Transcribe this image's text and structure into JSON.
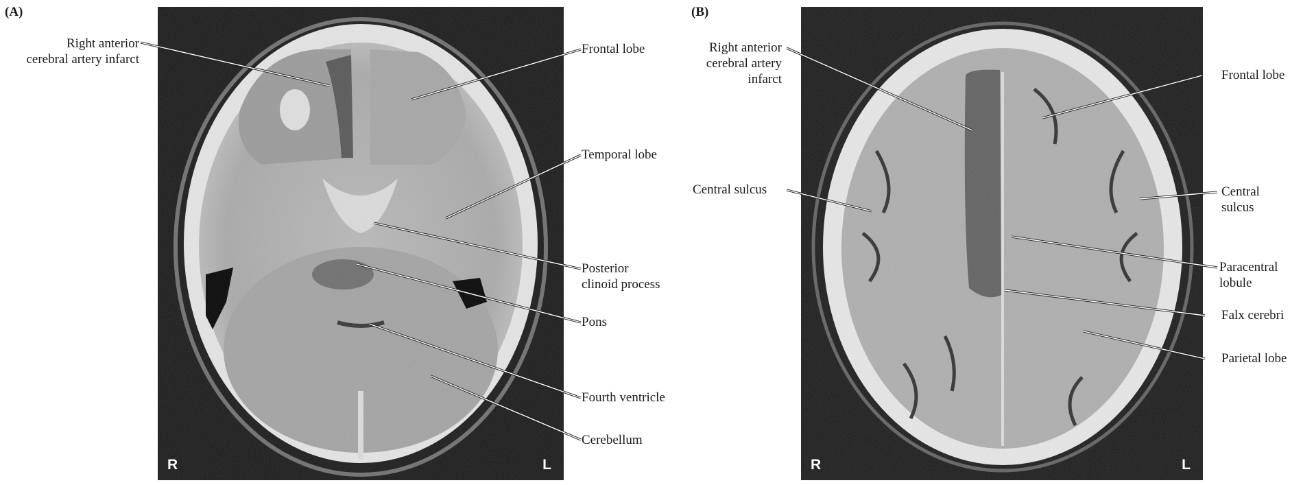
{
  "panels": {
    "a": {
      "letter": "(A)",
      "orientation": {
        "right": "R",
        "left": "L"
      },
      "labels": {
        "infarct": "Right anterior\ncerebral artery infarct",
        "frontal": "Frontal lobe",
        "temporal": "Temporal lobe",
        "clinoid": "Posterior\nclinoid process",
        "pons": "Pons",
        "fourth_ventricle": "Fourth ventricle",
        "cerebellum": "Cerebellum"
      }
    },
    "b": {
      "letter": "(B)",
      "orientation": {
        "right": "R",
        "left": "L"
      },
      "labels": {
        "infarct": "Right anterior\ncerebral artery\ninfarct",
        "frontal": "Frontal lobe",
        "central_sulcus_left": "Central sulcus",
        "central_sulcus_right": "Central\nsulcus",
        "paracentral": "Paracentral\nlobule",
        "falx": "Falx cerebri",
        "parietal": "Parietal lobe"
      }
    }
  }
}
